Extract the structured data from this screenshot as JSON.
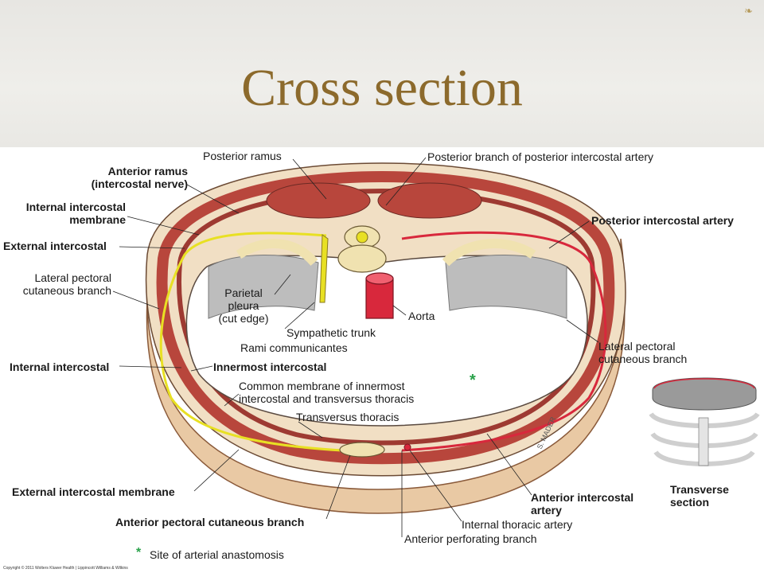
{
  "slide": {
    "title": "Cross section",
    "corner_glyph": "❧"
  },
  "labels": {
    "posterior_ramus": "Posterior ramus",
    "posterior_branch_artery": "Posterior branch of posterior intercostal artery",
    "anterior_ramus": "Anterior ramus\n(intercostal nerve)",
    "internal_intercostal_membrane": "Internal intercostal\nmembrane",
    "external_intercostal": "External intercostal",
    "lateral_pectoral_left": "Lateral pectoral\ncutaneous branch",
    "parietal_pleura": "Parietal\npleura\n(cut edge)",
    "sympathetic_trunk": "Sympathetic trunk",
    "rami_communicantes": "Rami communicantes",
    "aorta": "Aorta",
    "posterior_intercostal_artery": "Posterior intercostal artery",
    "lateral_pectoral_right": "Lateral pectoral\ncutaneous branch",
    "internal_intercostal": "Internal intercostal",
    "innermost_intercostal": "Innermost intercostal",
    "common_membrane": "Common membrane of innermost\nintercostal and transversus thoracis",
    "transversus_thoracis": "Transversus thoracis",
    "asterisk_mark": "*",
    "external_intercostal_membrane": "External intercostal membrane",
    "anterior_intercostal_artery": "Anterior intercostal\nartery",
    "internal_thoracic_artery": "Internal thoracic artery",
    "anterior_pectoral_cutaneous": "Anterior pectoral cutaneous branch",
    "anterior_perforating": "Anterior perforating branch",
    "transverse_section": "Transverse\nsection",
    "legend_star": "*",
    "legend_text": "Site of arterial anastomosis",
    "artist_signature": "S. MADER",
    "copyright": "Copyright © 2011 Wolters Kluwer Health | Lippincott Williams & Wilkins"
  },
  "colors": {
    "title": "#8c6a2c",
    "muscle": "#b8463c",
    "artery": "#d8283c",
    "nerve": "#e8e023",
    "bone": "#f0e2b0",
    "pleura": "#a8a8a8",
    "fat": "#f1dfc4",
    "star": "#2aa24b"
  }
}
